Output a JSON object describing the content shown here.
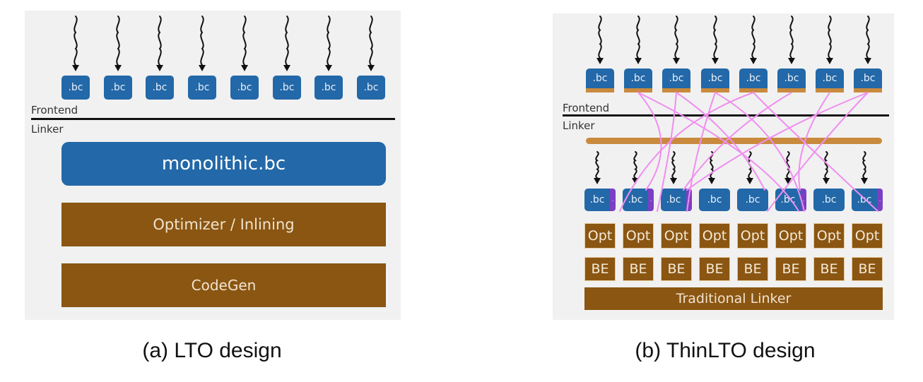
{
  "panel_a": {
    "modules": [
      ".bc",
      ".bc",
      ".bc",
      ".bc",
      ".bc",
      ".bc",
      ".bc",
      ".bc"
    ],
    "frontend_label": "Frontend",
    "linker_label": "Linker",
    "monolithic_label": "monolithic.bc",
    "optimizer_label": "Optimizer / Inlining",
    "codegen_label": "CodeGen"
  },
  "panel_b": {
    "modules": [
      ".bc",
      ".bc",
      ".bc",
      ".bc",
      ".bc",
      ".bc",
      ".bc",
      ".bc"
    ],
    "frontend_label": "Frontend",
    "linker_label": "Linker",
    "backend_modules": [
      ".bc",
      ".bc",
      ".bc",
      ".bc",
      ".bc",
      ".bc",
      ".bc",
      ".bc"
    ],
    "backend_suffix": ".",
    "opt_labels": [
      "Opt",
      "Opt",
      "Opt",
      "Opt",
      "Opt",
      "Opt",
      "Opt",
      "Opt"
    ],
    "be_labels": [
      "BE",
      "BE",
      "BE",
      "BE",
      "BE",
      "BE",
      "BE",
      "BE"
    ],
    "traditional_linker_label": "Traditional Linker"
  },
  "captions": {
    "left": "(a) LTO design",
    "right": "(b) ThinLTO design"
  },
  "colors": {
    "module_blue": "#2368a8",
    "stage_brown": "#8a5612",
    "summary_tan": "#c98a3e",
    "import_pink": "#f08ef0",
    "import_purple": "#7b3fc4"
  }
}
